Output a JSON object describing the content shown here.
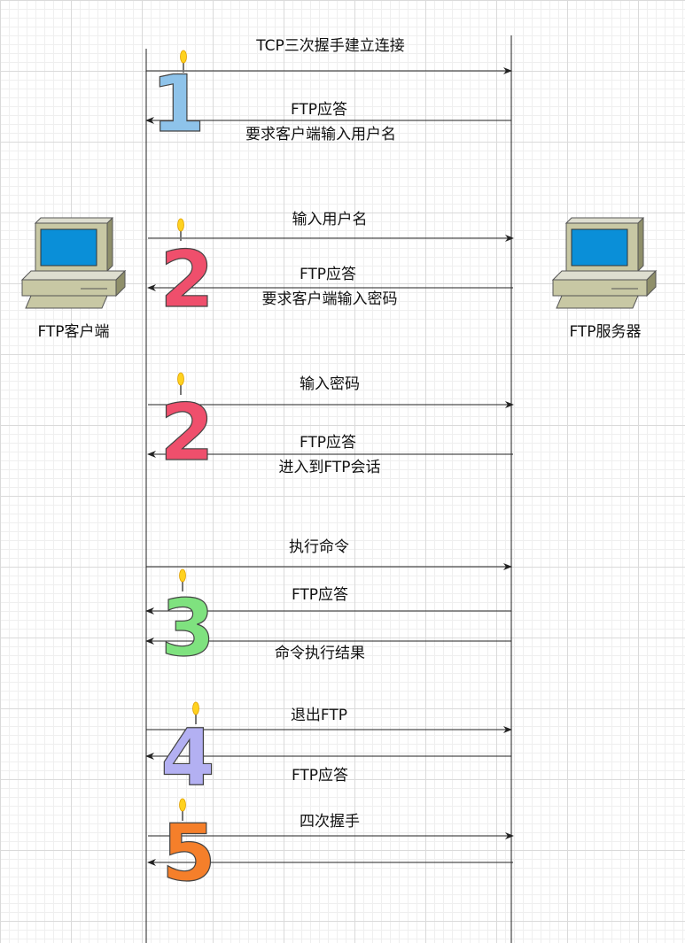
{
  "actors": {
    "client_label": "FTP客户端",
    "server_label": "FTP服务器"
  },
  "messages": [
    {
      "text": "TCP三次握手建立连接"
    },
    {
      "text": "FTP应答"
    },
    {
      "text": "要求客户端输入用户名"
    },
    {
      "text": "输入用户名"
    },
    {
      "text": "FTP应答"
    },
    {
      "text": "要求客户端输入密码"
    },
    {
      "text": "输入密码"
    },
    {
      "text": "FTP应答"
    },
    {
      "text": "进入到FTP会话"
    },
    {
      "text": "执行命令"
    },
    {
      "text": "FTP应答"
    },
    {
      "text": "命令执行结果"
    },
    {
      "text": "退出FTP"
    },
    {
      "text": "FTP应答"
    },
    {
      "text": "四次握手"
    }
  ],
  "step_badges": [
    {
      "digit": "1",
      "color": "#8ec3ea"
    },
    {
      "digit": "2",
      "color": "#ef4f6c"
    },
    {
      "digit": "2",
      "color": "#ef4f6c"
    },
    {
      "digit": "3",
      "color": "#7fe27f"
    },
    {
      "digit": "4",
      "color": "#b3b0f2"
    },
    {
      "digit": "5",
      "color": "#f57f2a"
    }
  ],
  "colors": {
    "screen": "#0a8fd8",
    "computer_body": "#c8c8a4",
    "computer_shadow": "#8f8f6a",
    "flame": "#ffd21f"
  }
}
